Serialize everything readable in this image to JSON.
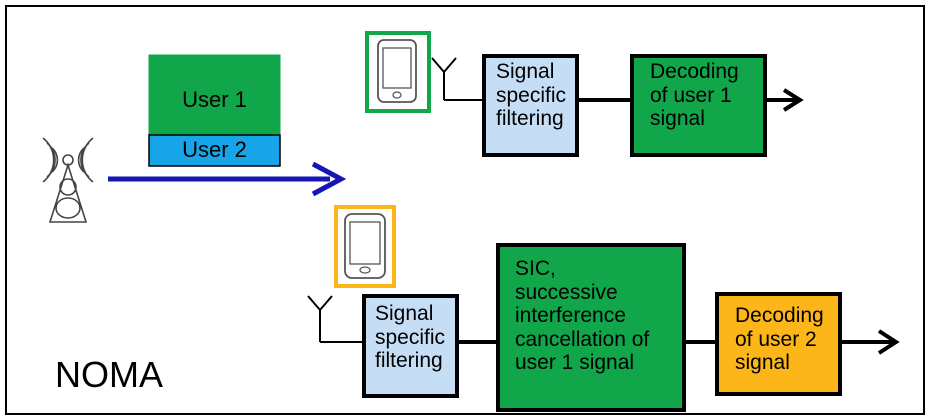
{
  "title": "NOMA",
  "colors": {
    "green": "#11a64a",
    "light_blue": "#c5def5",
    "orange": "#fcb61a",
    "blue_bar": "#17a4e8",
    "arrow_blue": "#1616b5",
    "ink": "#000000"
  },
  "power_stack": {
    "user1_label": "User 1",
    "user2_label": "User 2"
  },
  "chain_user1": {
    "filter_lines": [
      "Signal",
      "specific",
      "filtering"
    ],
    "decode_lines": [
      "Decoding",
      "of user 1",
      "signal"
    ]
  },
  "chain_user2": {
    "filter_lines": [
      "Signal",
      "specific",
      "filtering"
    ],
    "sic_lines": [
      "SIC,",
      "successive",
      "interference",
      "cancellation of",
      "user 1 signal"
    ],
    "decode_lines": [
      "Decoding",
      "of user 2",
      "signal"
    ]
  },
  "icons": [
    "tower-icon",
    "phone-icon",
    "antenna-icon"
  ]
}
